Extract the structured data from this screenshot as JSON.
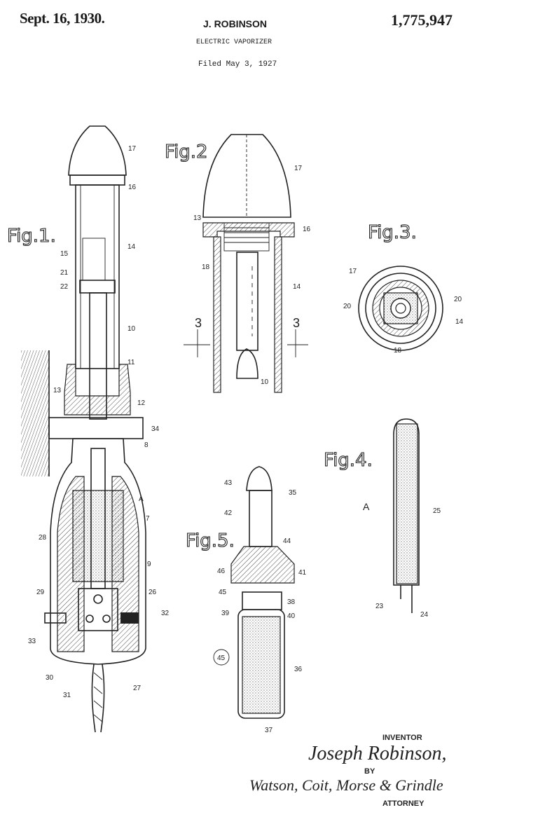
{
  "header": {
    "date": "Sept. 16, 1930.",
    "inventor": "J. ROBINSON",
    "patent_number": "1,775,947",
    "title": "ELECTRIC VAPORIZER",
    "filed": "Filed May 3, 1927"
  },
  "figures": {
    "fig1": {
      "caption": "Fig.1.",
      "labels": [
        "17",
        "16",
        "15",
        "14",
        "21",
        "22",
        "10",
        "11",
        "13",
        "12",
        "34",
        "8",
        "A",
        "7",
        "28",
        "9",
        "29",
        "26",
        "32",
        "33",
        "30",
        "31",
        "27"
      ]
    },
    "fig2": {
      "caption": "Fig.2",
      "labels": [
        "17",
        "13",
        "16",
        "18",
        "14",
        "3",
        "3",
        "10"
      ]
    },
    "fig3": {
      "caption": "Fig.3.",
      "labels": [
        "17",
        "20",
        "20",
        "14",
        "18"
      ]
    },
    "fig4": {
      "caption": "Fig.4.",
      "labels": [
        "A",
        "25",
        "23",
        "24"
      ]
    },
    "fig5": {
      "caption": "Fig.5.",
      "labels": [
        "43",
        "35",
        "42",
        "44",
        "46",
        "41",
        "45",
        "38",
        "39",
        "40",
        "45",
        "36",
        "37"
      ]
    }
  },
  "signature": {
    "inventor_label": "INVENTOR",
    "inventor_signature": "Joseph Robinson,",
    "by_label": "BY",
    "attorney_signature": "Watson, Coit, Morse & Grindle",
    "attorney_label": "ATTORNEY"
  }
}
